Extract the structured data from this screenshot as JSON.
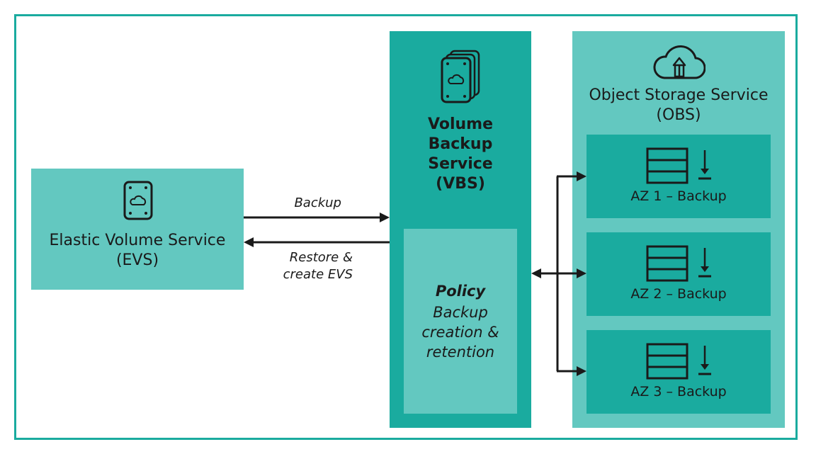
{
  "evs": {
    "title": "Elastic Volume Service\n(EVS)",
    "icon": "disk-cloud-icon"
  },
  "vbs": {
    "title": "Volume\nBackup\nService\n(VBS)",
    "icon": "disk-stack-icon"
  },
  "policy": {
    "title": "Policy",
    "description": "Backup\ncreation &\nretention"
  },
  "obs": {
    "title": "Object Storage Service\n(OBS)",
    "icon": "cloud-upload-icon"
  },
  "az": [
    {
      "label": "AZ 1 – Backup",
      "icon": "storage-download-icon"
    },
    {
      "label": "AZ 2 – Backup",
      "icon": "storage-download-icon"
    },
    {
      "label": "AZ 3 – Backup",
      "icon": "storage-download-icon"
    }
  ],
  "arrows": {
    "backup": "Backup",
    "restore": "Restore &\ncreate EVS"
  },
  "colors": {
    "frame": "#1aab9f",
    "dark_teal": "#1aab9f",
    "light_teal": "#63c8c0",
    "line": "#1a1a1a"
  }
}
